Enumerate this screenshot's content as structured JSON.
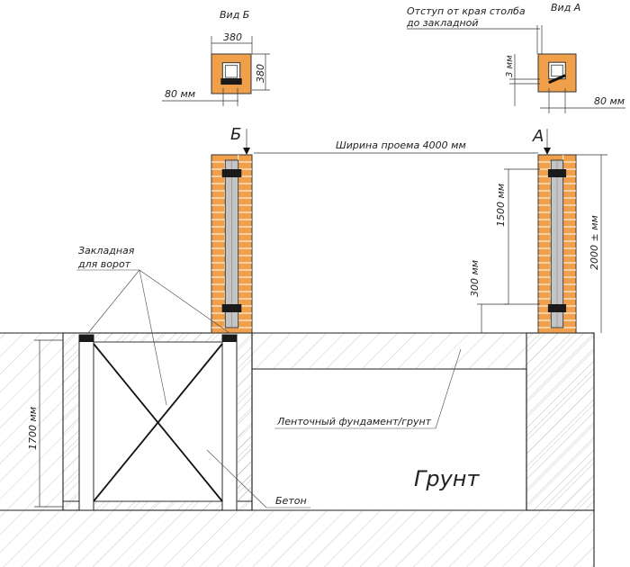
{
  "labels": {
    "view_b": "Вид Б",
    "view_a": "Вид А",
    "offset_line1": "Отступ от края столба",
    "offset_line2": "до закладной",
    "dim_380_w": "380",
    "dim_380_h": "380",
    "dim_80_left": "80 мм",
    "dim_80_right": "80 мм",
    "dim_3": "3 мм",
    "marker_b": "Б",
    "marker_a": "А",
    "opening_width": "Ширина проема 4000 мм",
    "dim_1500": "1500 мм",
    "dim_2000": "2000 ± мм",
    "dim_300": "300 мм",
    "embed_line1": "Закладная",
    "embed_line2": "для ворот",
    "foundation": "Ленточный фундамент/грунт",
    "dim_1700": "1700 мм",
    "concrete": "Бетон",
    "soil": "Грунт"
  },
  "colors": {
    "brick": "#f0a04a",
    "brick_joint": "#ffffff",
    "core": "#c4c4c4",
    "plate": "#1a1a1a",
    "line": "#222222",
    "hatch": "#9a9a9a"
  }
}
